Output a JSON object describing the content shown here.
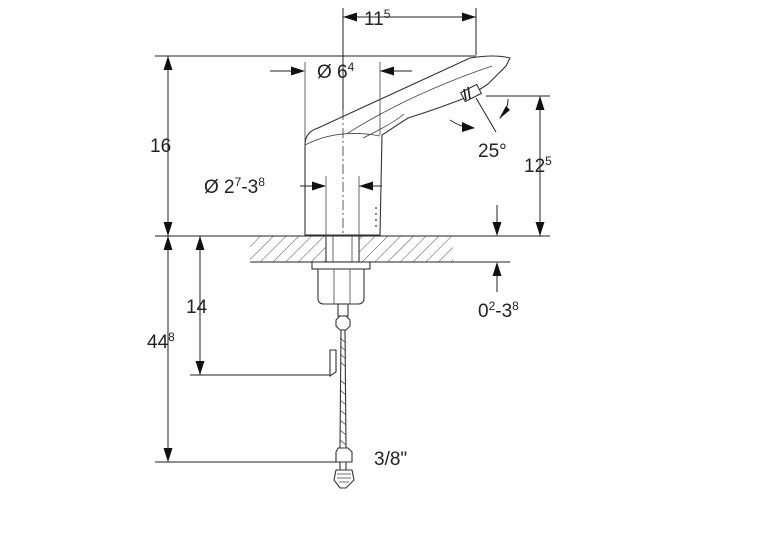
{
  "labels": {
    "width_top": {
      "main": "11",
      "sup": "5"
    },
    "diameter_spout": {
      "prefix": "Ø 6",
      "sup": "4"
    },
    "height_total": "16",
    "spout_angle": "25°",
    "spout_height": {
      "main": "12",
      "sup": "5"
    },
    "diameter_shank": {
      "p1": "Ø 2",
      "s1": "7",
      "p2": "-3",
      "s2": "8"
    },
    "below_depth": {
      "main": "44",
      "sup": "8"
    },
    "shank_length": "14",
    "deck_thickness": {
      "p1": "0",
      "s1": "2",
      "p2": "-3",
      "s2": "8"
    },
    "connection": "3/8\""
  },
  "colors": {
    "line": "#222222",
    "hatch": "#555555",
    "fill": "#ffffff"
  }
}
